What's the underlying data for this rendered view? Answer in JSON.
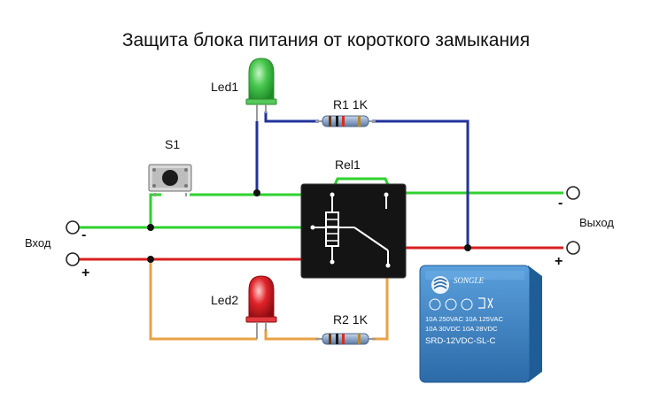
{
  "title": "Защита блока питания от короткого замыкания",
  "labels": {
    "led1": "Led1",
    "led2": "Led2",
    "r1": "R1 1K",
    "r2": "R2 1K",
    "s1": "S1",
    "rel1": "Rel1",
    "input": "Вход",
    "output": "Выход",
    "in_minus": "-",
    "in_plus": "+",
    "out_minus": "-",
    "out_plus": "+"
  },
  "relay_module": {
    "brand": "SONGLE",
    "rating_line1": "10A 250VAC  10A 125VAC",
    "rating_line2": "10A  30VDC  10A  28VDC",
    "model": "SRD-12VDC-SL-C"
  },
  "colors": {
    "negative_wire": "#2fd12f",
    "positive_wire": "#d81f1f",
    "led_wire": "#23329a",
    "led2_wire": "#e8a246",
    "relay_blue": "#3f86c8",
    "relay_black": "#111111",
    "led_green": "#49c84f",
    "led_red": "#e0242a"
  },
  "icons": [
    "led-green-icon",
    "led-red-icon",
    "resistor-icon",
    "push-button-icon",
    "relay-icon",
    "terminal-icon"
  ]
}
